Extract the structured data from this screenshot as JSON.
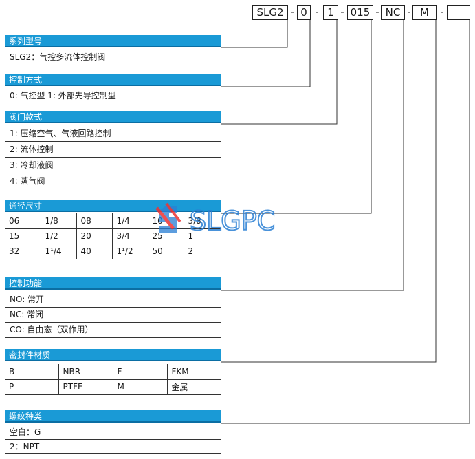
{
  "code": {
    "parts": [
      "SLG2",
      "0",
      "1",
      "015",
      "NC",
      "M",
      ""
    ],
    "separator": "-"
  },
  "sections": {
    "series": {
      "title": "系列型号",
      "rows": [
        "SLG2：气控多流体控制阀"
      ]
    },
    "control_mode": {
      "title": "控制方式",
      "rows": [
        "0:  气控型    1: 外部先导控制型"
      ]
    },
    "valve_type": {
      "title": "阀门款式",
      "rows": [
        "1: 压缩空气、气液回路控制",
        "2: 流体控制",
        "3: 冷却液阀",
        "4: 蒸气阀"
      ]
    },
    "bore": {
      "title": "通径尺寸",
      "table": [
        [
          "06",
          "1/8",
          "08",
          "1/4",
          "10",
          "3/8"
        ],
        [
          "15",
          "1/2",
          "20",
          "3/4",
          "25",
          "1"
        ],
        [
          "32",
          "1¹/4",
          "40",
          "1¹/2",
          "50",
          "2"
        ]
      ]
    },
    "function": {
      "title": "控制功能",
      "rows": [
        "NO: 常开",
        "NC: 常闭",
        "CO: 自由态（双作用）"
      ]
    },
    "seal": {
      "title": "密封件材质",
      "table": [
        [
          "B",
          "NBR",
          "F",
          "FKM"
        ],
        [
          "P",
          "PTFE",
          "M",
          "金属"
        ]
      ]
    },
    "thread": {
      "title": "螺纹种类",
      "rows": [
        "空白：G",
        "2：NPT"
      ]
    }
  },
  "logo": {
    "text": "SLGPC",
    "color": "#2a7fd4"
  }
}
